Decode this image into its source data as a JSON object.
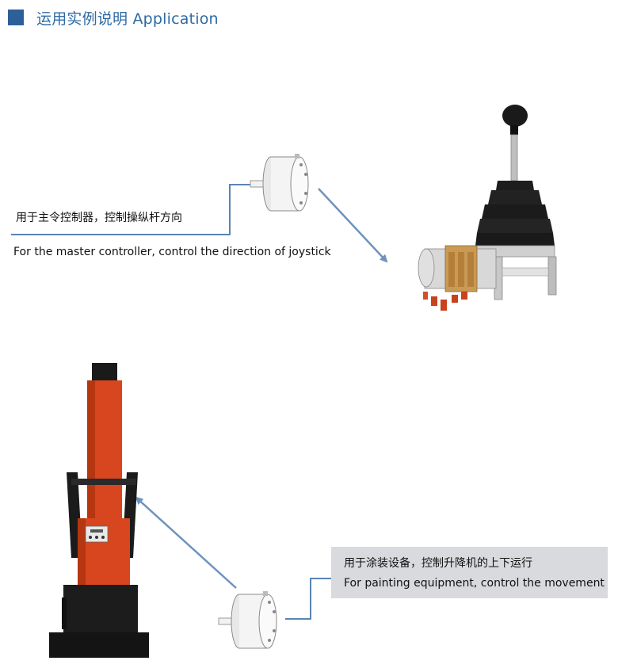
{
  "header": {
    "title": "运用实例说明 Application",
    "accent_color": "#2f5f9a"
  },
  "applications": [
    {
      "caption_cn": "用于主令控制器，控制操纵杆方向",
      "caption_en": "For the master controller, control the direction of joystick",
      "icons": [
        "rotary-encoder-icon",
        "joystick-controller-icon"
      ]
    },
    {
      "caption_cn": "用于涂装设备，控制升降机的上下运行",
      "caption_en": "For painting equipment, control the movement",
      "icons": [
        "rotary-encoder-icon",
        "painting-lift-machine-icon"
      ]
    }
  ]
}
